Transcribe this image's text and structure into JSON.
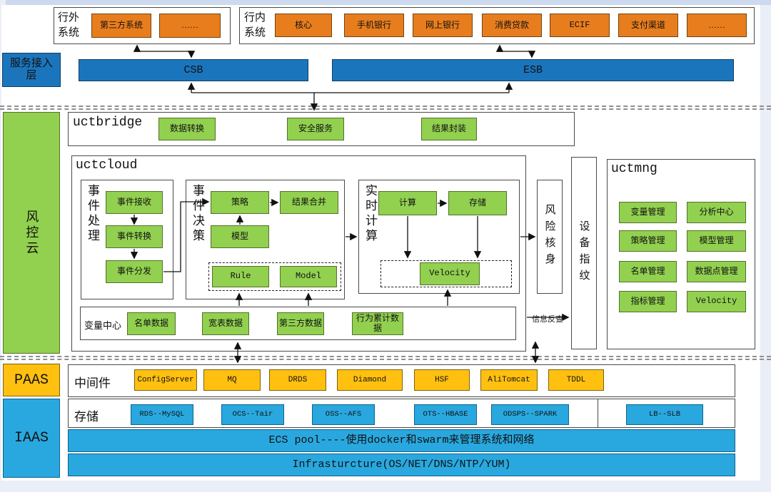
{
  "colors": {
    "orange": "#E87D1E",
    "blue": "#1B75BC",
    "cyan": "#29A8DF",
    "green": "#92D050",
    "yellow": "#FFC010"
  },
  "external_systems": {
    "label": "行外系统",
    "items": [
      "第三方系统",
      "……"
    ]
  },
  "internal_systems": {
    "label": "行内系统",
    "items": [
      "核心",
      "手机银行",
      "网上银行",
      "消费贷款",
      "ECIF",
      "支付渠道",
      "……"
    ]
  },
  "access_layer": {
    "label": "服务接入层",
    "csb": "CSB",
    "esb": "ESB"
  },
  "risk_cloud": {
    "label": "风控云"
  },
  "uctbridge": {
    "title": "uctbridge",
    "items": [
      "数据转换",
      "安全服务",
      "结果封装"
    ]
  },
  "uctcloud": {
    "title": "uctcloud",
    "event_processing": {
      "label": "事件处理",
      "items": [
        "事件接收",
        "事件转换",
        "事件分发"
      ]
    },
    "event_decision": {
      "label": "事件决策",
      "strategy": "策略",
      "result_merge": "结果合并",
      "model": "模型",
      "rule_engine": "Rule",
      "model_engine": "Model"
    },
    "realtime": {
      "label": "实时计算",
      "compute": "计算",
      "store": "存储",
      "velocity": "Velocity"
    },
    "variable_center": {
      "label": "变量中心",
      "items": [
        "名单数据",
        "宽表数据",
        "第三方数据",
        "行为累计数据"
      ]
    }
  },
  "risk_verify": {
    "label": "风险核身"
  },
  "device_fingerprint": {
    "label": "设备指纹"
  },
  "info_lookup": {
    "label": "信息反查"
  },
  "uctmng": {
    "title": "uctmng",
    "items": [
      "变量管理",
      "分析中心",
      "策略管理",
      "模型管理",
      "名单管理",
      "数据点管理",
      "指标管理",
      "Velocity"
    ]
  },
  "paas": {
    "label": "PAAS",
    "middleware": {
      "label": "中间件",
      "items": [
        "ConfigServer",
        "MQ",
        "DRDS",
        "Diamond",
        "HSF",
        "AliTomcat",
        "TDDL"
      ]
    }
  },
  "iaas": {
    "label": "IAAS",
    "storage": {
      "label": "存储",
      "items": [
        "RDS--MySQL",
        "OCS--Tair",
        "OSS--AFS",
        "OTS--HBASE",
        "ODSPS--SPARK",
        "LB--SLB"
      ]
    },
    "ecs_pool": "ECS pool----使用docker和swarm来管理系统和网络",
    "infrastructure": "Infrasturcture(OS/NET/DNS/NTP/YUM)"
  }
}
